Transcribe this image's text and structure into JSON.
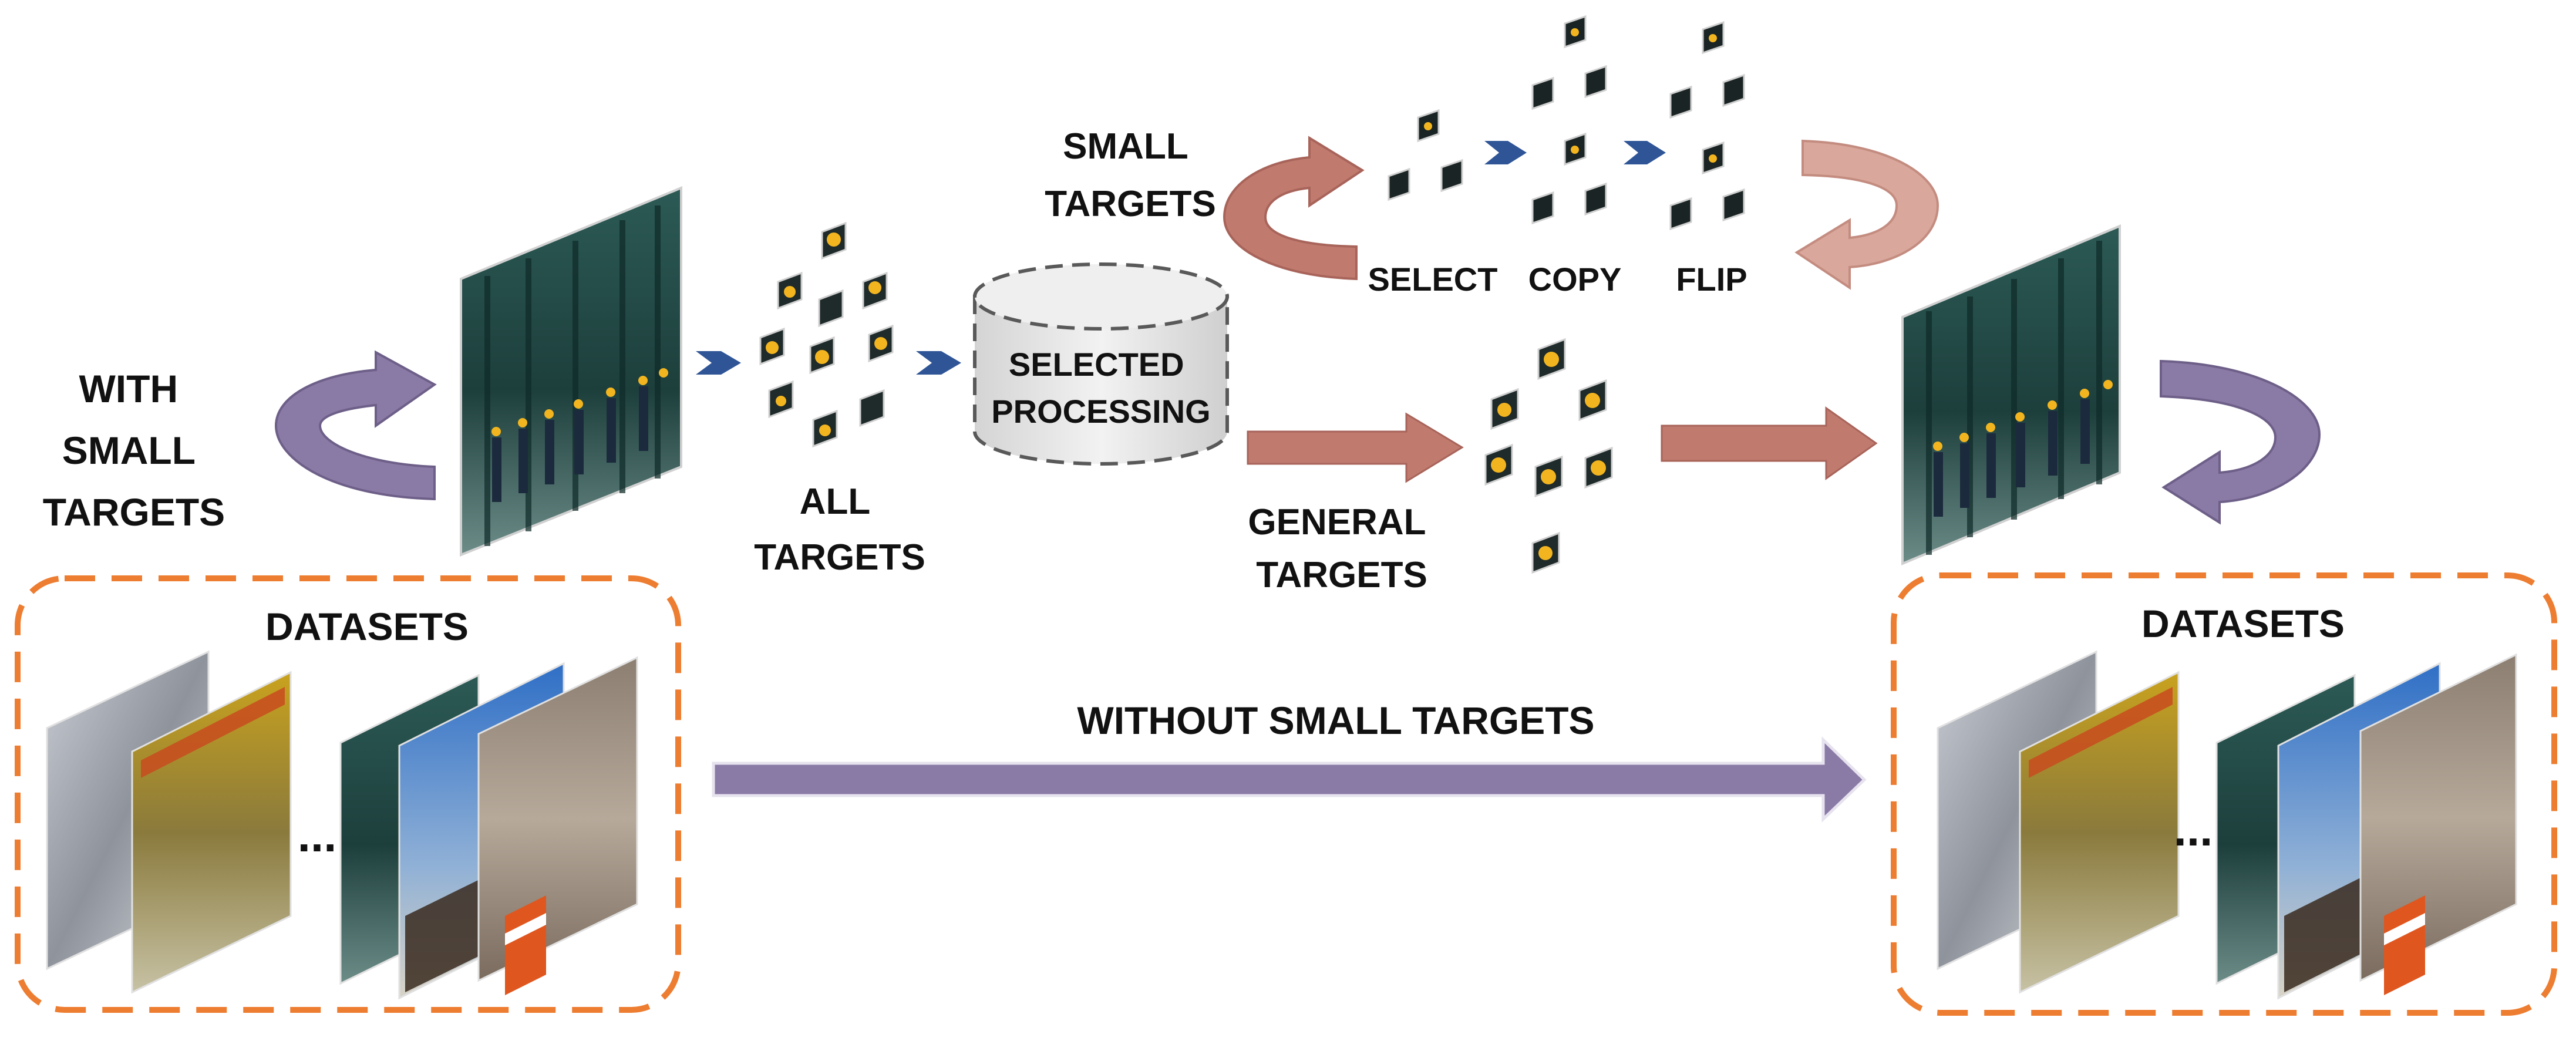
{
  "labels": {
    "with_small_targets": [
      "WITH",
      "SMALL",
      "TARGETS"
    ],
    "all_targets": [
      "ALL",
      "TARGETS"
    ],
    "selected_processing": [
      "SELECTED",
      "PROCESSING"
    ],
    "small_targets": [
      "SMALL",
      "TARGETS"
    ],
    "general_targets": [
      "GENERAL",
      "TARGETS"
    ],
    "select": "SELECT",
    "copy": "COPY",
    "flip": "FLIP",
    "datasets_left": "DATASETS",
    "datasets_right": "DATASETS",
    "without_small_targets": "WITHOUT SMALL TARGETS",
    "ellipsis": "..."
  },
  "colors": {
    "purple_arrow": "#8a7aa6",
    "salmon_arrow": "#c07a6e",
    "light_salmon_arrow": "#d9a79b",
    "blue_chevron": "#2f5597",
    "dataset_border": "#ed7d31",
    "cylinder_fill": "#e6e6e6",
    "cylinder_stroke": "#595959",
    "target_yellow": "#f2b51f",
    "scene_teal": "#1f4a4a"
  }
}
